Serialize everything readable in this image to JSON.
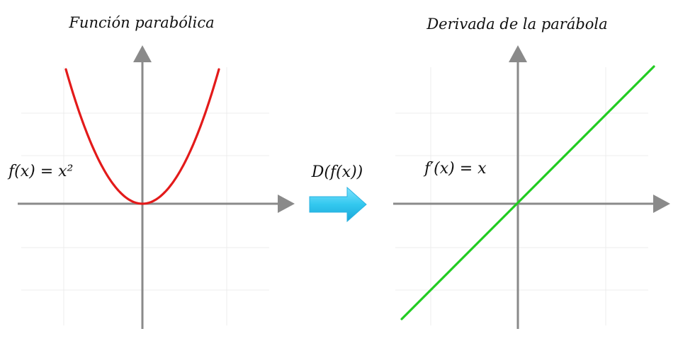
{
  "left_panel": {
    "title": "Función parabólica",
    "formula": "f(x) = x²",
    "curve_color": "#e31a1a"
  },
  "operator": {
    "label": "D(f(x))",
    "arrow_color": "#33c8ef"
  },
  "right_panel": {
    "title": "Derivada de la parábola",
    "formula": "f′(x) = x",
    "line_color": "#22cc22"
  },
  "axis_color": "#8a8a8a"
}
